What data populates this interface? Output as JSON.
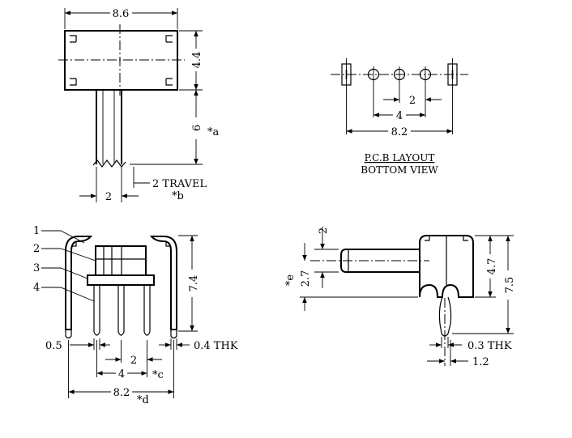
{
  "top_view": {
    "width_dim": "8.6",
    "height_dim": "4.4",
    "lever_length_dim": "6",
    "lever_note": "*a",
    "lever_width_dim": "2",
    "travel_label": "2  TRAVEL",
    "travel_note": "*b"
  },
  "pcb_layout": {
    "pitch_dim": "2",
    "inner_span_dim": "4",
    "outer_span_dim": "8.2",
    "title_line1": "P.C.B LAYOUT",
    "title_line2": "BOTTOM  VIEW"
  },
  "front_view": {
    "callouts": [
      "1",
      "2",
      "3",
      "4"
    ],
    "height_dim": "7.4",
    "pin_width_dim": "0.5",
    "thickness_label": "0.4  THK",
    "pin_pitch_dim": "2",
    "pin_span_dim": "4",
    "pin_span_note": "*c",
    "overall_width_dim": "8.2",
    "overall_width_note": "*d"
  },
  "side_view": {
    "lever_height_dim": "2",
    "lever_offset_dim": "2.7",
    "lever_offset_note": "*e",
    "body_height_dim": "4.7",
    "overall_height_dim": "7.5",
    "thickness_label": "0.3  THK",
    "lead_offset_dim": "1.2"
  }
}
